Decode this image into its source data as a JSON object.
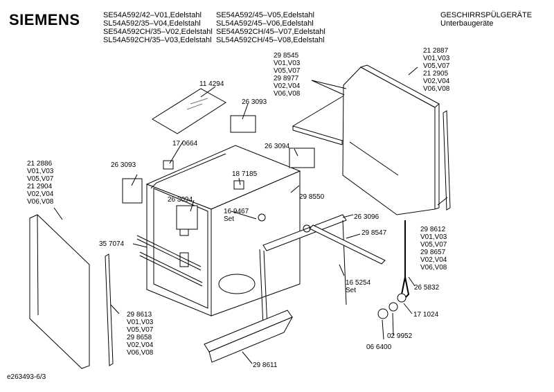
{
  "header": {
    "brand": "SIEMENS",
    "models_left": [
      "SE54A592/42–V01,Edelstahl",
      "SL54A592/35–V04,Edelstahl",
      "SE54A592CH/35–V02,Edelstahl",
      "SL54A592CH/35–V03,Edelstahl"
    ],
    "models_right": [
      "SE54A592/45–V05,Edelstahl",
      "SL54A592/45–V06,Edelstahl",
      "SE54A592CH/45–V07,Edelstahl",
      "SL54A592CH/45–V08,Edelstahl"
    ],
    "category": "GESCHIRRSPÜLGERÄTE",
    "subcategory": "Unterbaugeräte"
  },
  "parts": {
    "p114294": "11 4294",
    "p263093a": "26 3093",
    "p170664": "17 0664",
    "p263093b": "26 3093",
    "p263094a": "26 3094",
    "p187185": "18 7185",
    "p263094b": "26 3094",
    "p169467": "16 9467",
    "p169467_note": "Set",
    "p298550": "29 8550",
    "p263096": "26 3096",
    "p298547": "29 8547",
    "p165254": "16 5254",
    "p165254_note": "Set",
    "p357074": "35 7074",
    "p298611": "29 8611",
    "p066400": "06 6400",
    "p029952": "02 9952",
    "p171024": "17 1024",
    "p265832": "26 5832",
    "top_center": [
      "29 8545",
      "V01,V03",
      "V05,V07",
      "29 8977",
      "V02,V04",
      "V06,V08"
    ],
    "top_right": [
      "21 2887",
      "V01,V03",
      "V05,V07",
      "21 2905",
      "V02,V04",
      "V06,V08"
    ],
    "left_side": [
      "21 2886",
      "V01,V03",
      "V05,V07",
      "21 2904",
      "V02,V04",
      "V06,V08"
    ],
    "bottom_left": [
      "29 8613",
      "V01,V03",
      "V05,V07",
      "29 8658",
      "V02,V04",
      "V06,V08"
    ],
    "right_side": [
      "29 8612",
      "V01,V03",
      "V05,V07",
      "29 8657",
      "V02,V04",
      "V06,V08"
    ]
  },
  "footer": {
    "doc_id": "e263493-6/3"
  }
}
